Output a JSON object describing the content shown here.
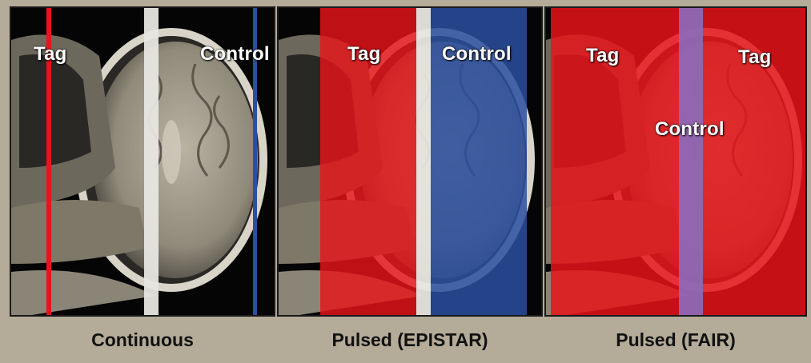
{
  "panels": [
    {
      "caption": "Continuous",
      "labels": {
        "tag": "Tag",
        "control": "Control"
      }
    },
    {
      "caption": "Pulsed (EPISTAR)",
      "labels": {
        "tag": "Tag",
        "control": "Control"
      }
    },
    {
      "caption": "Pulsed (FAIR)",
      "labels": {
        "tag_left": "Tag",
        "tag_right": "Tag",
        "control": "Control"
      }
    }
  ],
  "colors": {
    "tag": "#e8141a",
    "control": "#2a4fa0",
    "fair_control": "#8b6bbf",
    "background": "#b4ab98"
  }
}
